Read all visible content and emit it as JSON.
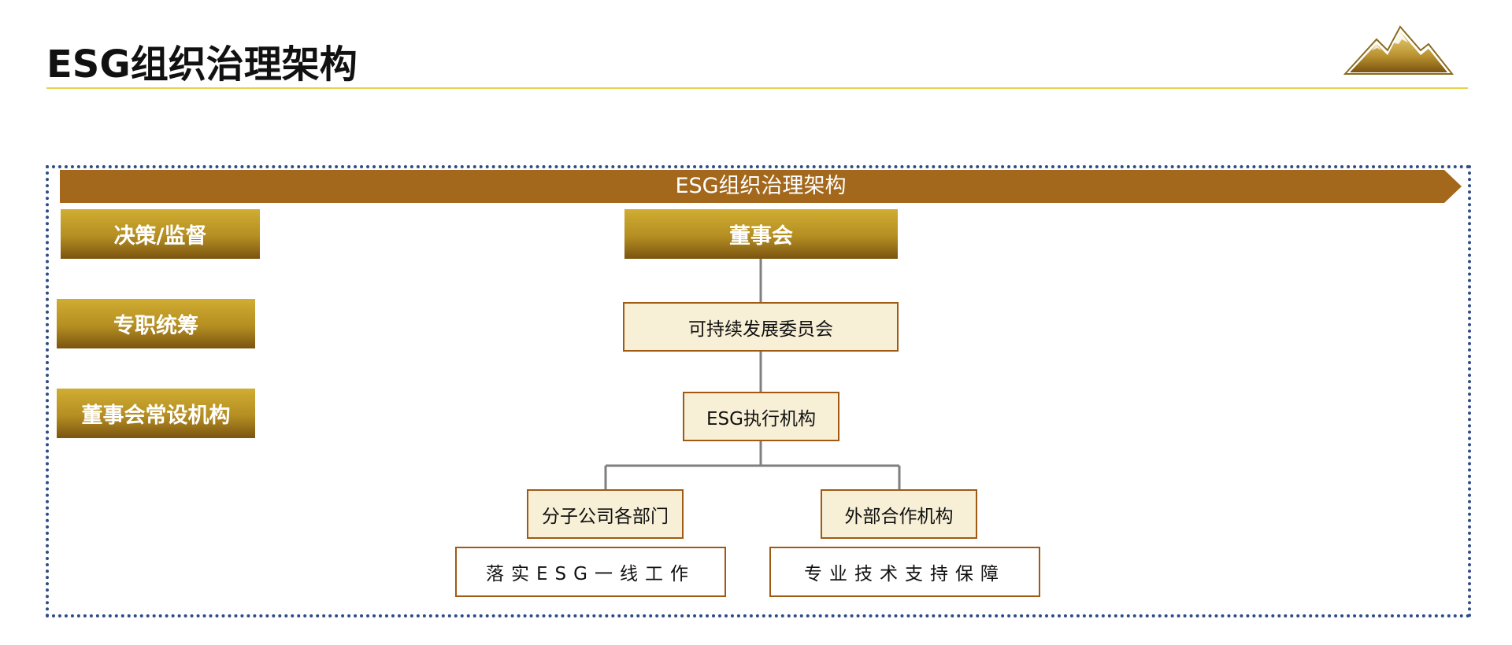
{
  "page": {
    "title": "ESG组织治理架构"
  },
  "diagram": {
    "banner_title": "ESG组织治理架构",
    "levels": [
      {
        "label": "决策/监督"
      },
      {
        "label": "专职统筹"
      },
      {
        "label": "董事会常设机构"
      }
    ],
    "nodes": {
      "board": "董事会",
      "sustainability_committee": "可持续发展委员会",
      "esg_executive": "ESG执行机构",
      "subsidiaries": "分子公司各部门",
      "external_partners": "外部合作机构"
    },
    "roles": {
      "subsidiaries": "落实ESG一线工作",
      "external_partners": "专业技术支持保障"
    }
  },
  "colors": {
    "banner": "#a3681b",
    "gold_top": "#d0ad32",
    "gold_bottom": "#7b5410",
    "node_fill": "#f7efd6",
    "node_border": "#a05a14",
    "frame_dots": "#2f4c86",
    "title_rule": "#e8d24a",
    "connector": "#7f7f7f"
  },
  "logo": {
    "icon": "gold-mountain-logo-icon"
  }
}
